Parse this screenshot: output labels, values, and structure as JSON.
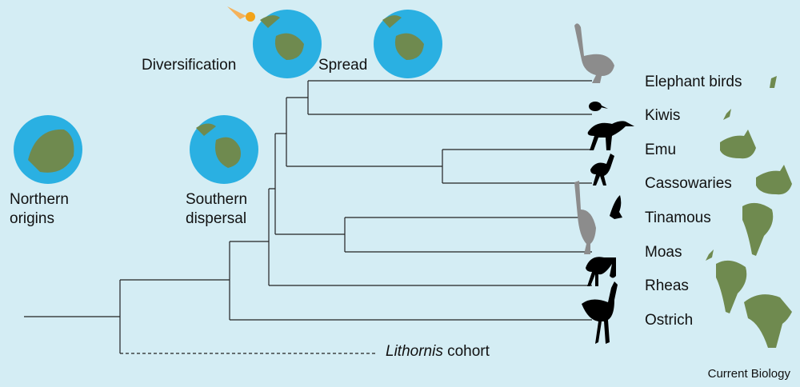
{
  "stages": {
    "northern": [
      "Northern",
      "origins"
    ],
    "southern": [
      "Southern",
      "dispersal"
    ],
    "diversification": "Diversification",
    "spread": "Spread"
  },
  "taxa": [
    "Elephant birds",
    "Kiwis",
    "Emu",
    "Cassowaries",
    "Tinamous",
    "Moas",
    "Rheas",
    "Ostrich"
  ],
  "outgroup": {
    "italic": "Lithornis",
    "rest": " cohort"
  },
  "credit": "Current Biology",
  "colors": {
    "background": "#d4edf4",
    "ocean": "#2ab0e2",
    "land": "#6f8a4f",
    "extinct": "#8c8c8c",
    "living": "#000000"
  }
}
